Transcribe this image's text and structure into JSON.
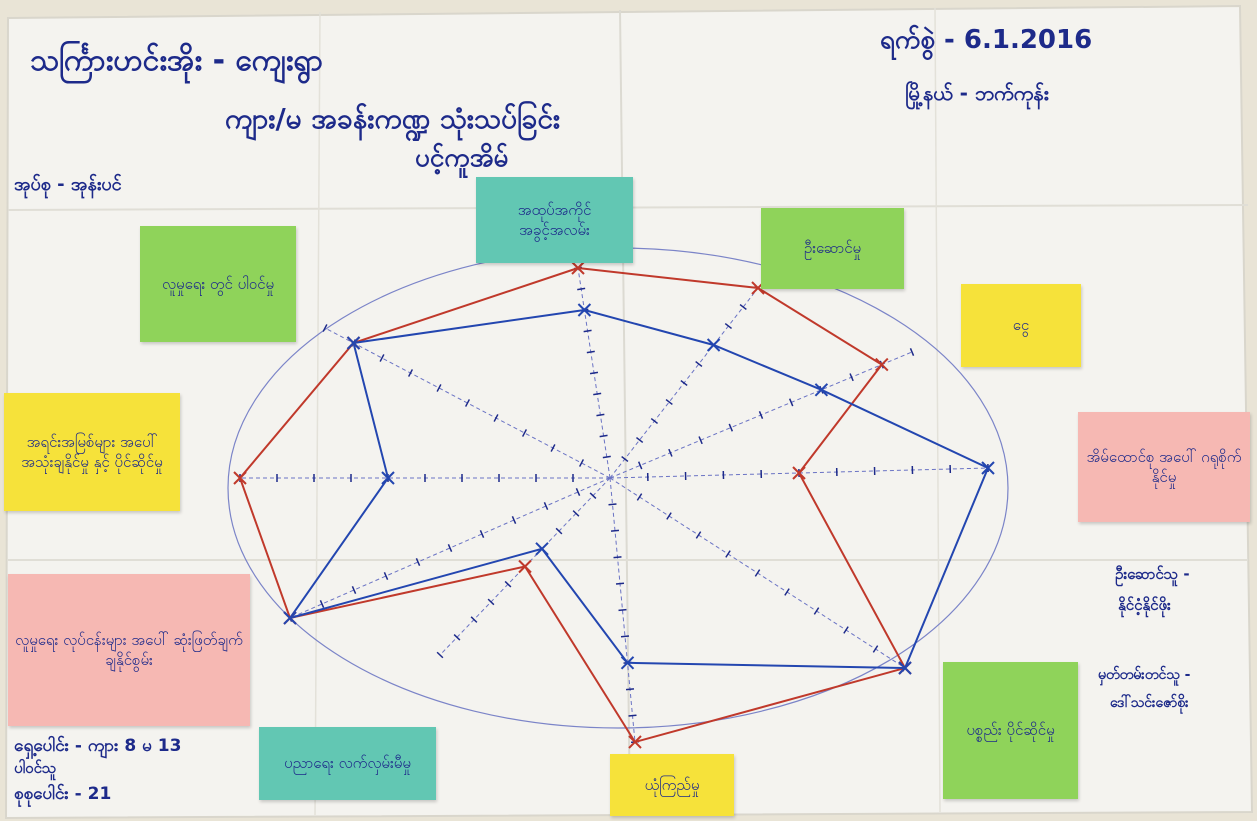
{
  "poster": {
    "title_line1": "သင်္ကြားဟင်းအိုး - ကျေးရွာ",
    "title_line2": "ကျား/မ အခန်းကဏ္ဍ သုံးသပ်ခြင်း",
    "title_line3": "ပင့်ကူအိမ်",
    "date": "ရက်စွဲ - 6.1.2016",
    "township": "မြို့နယ် - ဘက်ကုန်း",
    "group": "အုပ်စု - အုန်းပင်",
    "stats_line1": "ရှေ့ပေါင်း - ကျား 8 မ 13",
    "stats_line2": "ပါဝင်သူ",
    "stats_line3": "စုစုပေါင်း - 21",
    "facilitator_label": "ဦးဆောင်သူ -",
    "facilitator_name": "နိုင်ငံ့နိုင်ဖိုး",
    "recorder_label": "မှတ်တမ်းတင်သူ -",
    "recorder_name": "ဒေါ်သင်းဇော်စိုး"
  },
  "notes": [
    {
      "text": "အထုပ်အကိုင် အခွင့်အလမ်း",
      "color": "#62c7b3"
    },
    {
      "text": "ဦးဆောင်မှု",
      "color": "#8fd35a"
    },
    {
      "text": "ငွေ",
      "color": "#f6e23a"
    },
    {
      "text": "အိမ်ထောင်စု အပေါ် ဂရုစိုက်နိုင်မှု",
      "color": "#f6b8b3"
    },
    {
      "text": "ပစ္စည်း ပိုင်ဆိုင်မှု",
      "color": "#8fd35a"
    },
    {
      "text": "ယုံကြည်မှု",
      "color": "#f6e23a"
    },
    {
      "text": "ပညာရေး လက်လှမ်းမီမှု",
      "color": "#62c7b3"
    },
    {
      "text": "လူမှုရေး လုပ်ငန်းများ အပေါ် ဆုံးဖြတ်ချက် ချနိုင်စွမ်း",
      "color": "#f6b8b3"
    },
    {
      "text": "အရင်းအမြစ်များ အပေါ် အသုံးချနိုင်မှု နှင့် ပိုင်ဆိုင်မှု",
      "color": "#f6e23a"
    },
    {
      "text": "လူမှုရေး တွင် ပါဝင်မှု",
      "color": "#8fd35a"
    }
  ],
  "colors": {
    "paper": "#f4f3ef",
    "ink_blue": "#1d2a8a",
    "men_line": "#c0392b",
    "women_line": "#2346b0",
    "axis": "#6a73c4"
  },
  "spider": {
    "axes_count": 10,
    "scale_max": 10,
    "red_values": [
      10,
      10,
      9,
      5,
      10,
      10,
      5,
      10,
      10,
      9
    ],
    "blue_values": [
      8,
      7,
      7,
      10,
      10,
      7,
      4,
      10,
      6,
      9
    ]
  }
}
